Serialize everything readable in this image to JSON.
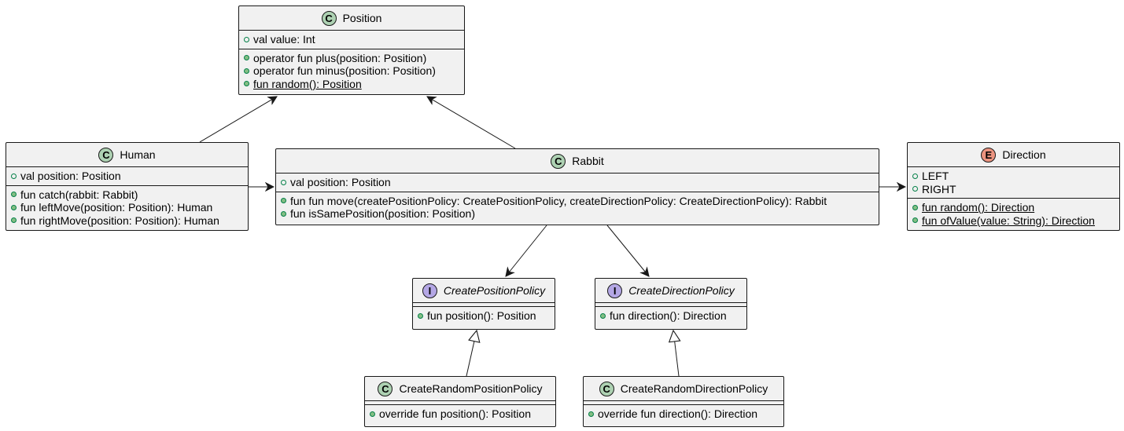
{
  "classes": {
    "position": {
      "stereotype": "C",
      "name": "Position",
      "fields": [
        "val value: Int"
      ],
      "methods": [
        {
          "text": "operator fun plus(position: Position)"
        },
        {
          "text": "operator fun minus(position: Position)"
        },
        {
          "text": "fun random(): Position",
          "static": true
        }
      ]
    },
    "human": {
      "stereotype": "C",
      "name": "Human",
      "fields": [
        "val position: Position"
      ],
      "methods": [
        {
          "text": "fun catch(rabbit: Rabbit)"
        },
        {
          "text": "fun leftMove(position: Position): Human"
        },
        {
          "text": "fun rightMove(position: Position): Human"
        }
      ]
    },
    "rabbit": {
      "stereotype": "C",
      "name": "Rabbit",
      "fields": [
        "val position: Position"
      ],
      "methods": [
        {
          "text": "fun fun move(createPositionPolicy: CreatePositionPolicy, createDirectionPolicy: CreateDirectionPolicy): Rabbit"
        },
        {
          "text": "fun isSamePosition(position: Position)"
        }
      ]
    },
    "direction": {
      "stereotype": "E",
      "name": "Direction",
      "fields": [
        "LEFT",
        "RIGHT"
      ],
      "methods": [
        {
          "text": "fun random(): Direction",
          "static": true
        },
        {
          "text": "fun ofValue(value: String): Direction",
          "static": true
        }
      ]
    },
    "create_position_policy": {
      "stereotype": "I",
      "name": "CreatePositionPolicy",
      "fields": [],
      "methods": [
        {
          "text": "fun position(): Position"
        }
      ]
    },
    "create_direction_policy": {
      "stereotype": "I",
      "name": "CreateDirectionPolicy",
      "fields": [],
      "methods": [
        {
          "text": "fun direction(): Direction"
        }
      ]
    },
    "create_random_position_policy": {
      "stereotype": "C",
      "name": "CreateRandomPositionPolicy",
      "fields": [],
      "methods": [
        {
          "text": "override fun position(): Position"
        }
      ]
    },
    "create_random_direction_policy": {
      "stereotype": "C",
      "name": "CreateRandomDirectionPolicy",
      "fields": [],
      "methods": [
        {
          "text": "override fun direction(): Direction"
        }
      ]
    }
  },
  "colors": {
    "class_badge": "#add1b2",
    "interface_badge": "#b4a7e5",
    "enum_badge": "#eb937f",
    "box_fill": "#f1f1f1",
    "line": "#181818"
  }
}
